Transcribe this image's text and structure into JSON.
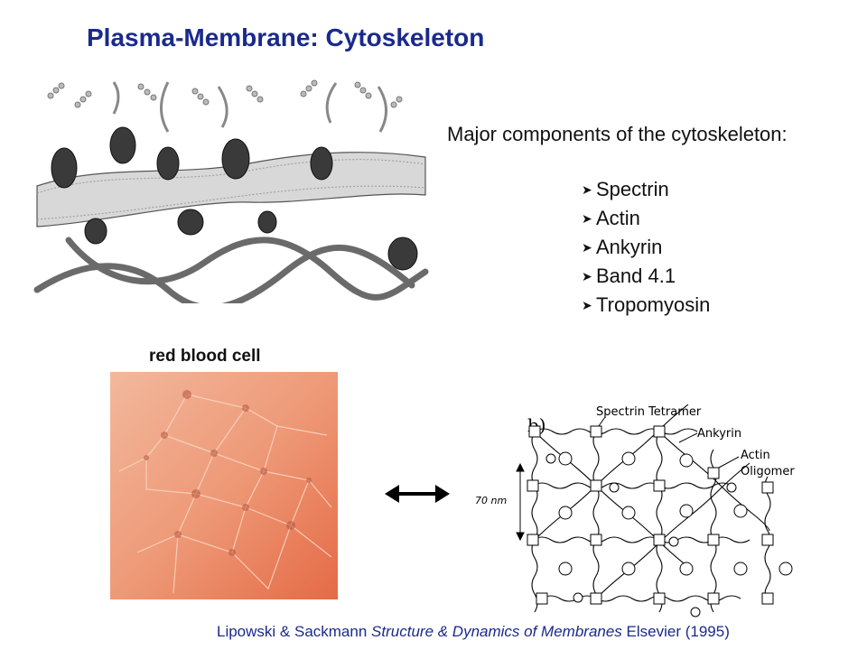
{
  "slide": {
    "title": "Plasma-Membrane: Cytoskeleton",
    "intro": "Major components of the cytoskeleton:",
    "components": [
      "Spectrin",
      "Actin",
      "Ankyrin",
      "Band 4.1",
      "Tropomyosin"
    ],
    "bullet_icon": "arrowhead-bullet-icon",
    "rbc_label": "red blood cell",
    "diagram": {
      "panel": "b)",
      "spectrin_label": "Spectrin Tetramer",
      "ankyrin_label": "Ankyrin",
      "actin_label": "Actin",
      "oligomer_label": "Oligomer",
      "scale_label": "70 nm"
    },
    "citation": {
      "authors": "Lipowski & Sackmann",
      "work": "Structure & Dynamics of Membranes",
      "publisher": "Elsevier (1995)"
    },
    "colors": {
      "title": "#1a2a8c",
      "citation": "#1a2a8c",
      "rbc_tint": "#e9805f"
    }
  }
}
